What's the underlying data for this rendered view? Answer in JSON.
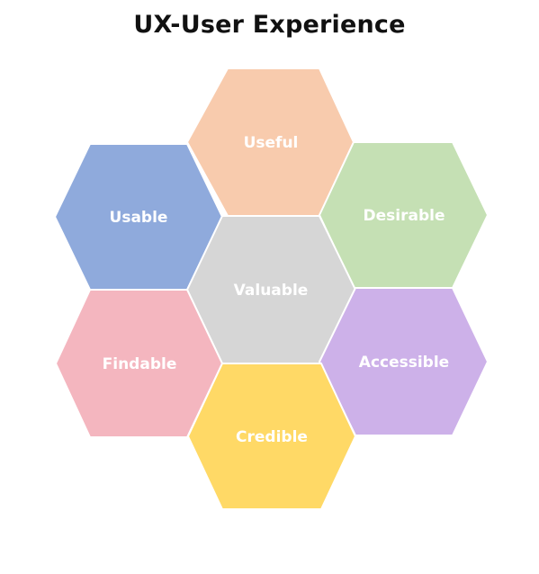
{
  "title": "UX-User Experience",
  "hexagons": [
    {
      "key": "useful",
      "label": "Useful",
      "color": "#F8CBAD"
    },
    {
      "key": "usable",
      "label": "Usable",
      "color": "#8FAADC"
    },
    {
      "key": "desirable",
      "label": "Desirable",
      "color": "#C5E0B4"
    },
    {
      "key": "valuable",
      "label": "Valuable",
      "color": "#D6D6D6"
    },
    {
      "key": "findable",
      "label": "Findable",
      "color": "#F4B6BF"
    },
    {
      "key": "accessible",
      "label": "Accessible",
      "color": "#CDB1E9"
    },
    {
      "key": "credible",
      "label": "Credible",
      "color": "#FFD966"
    }
  ]
}
